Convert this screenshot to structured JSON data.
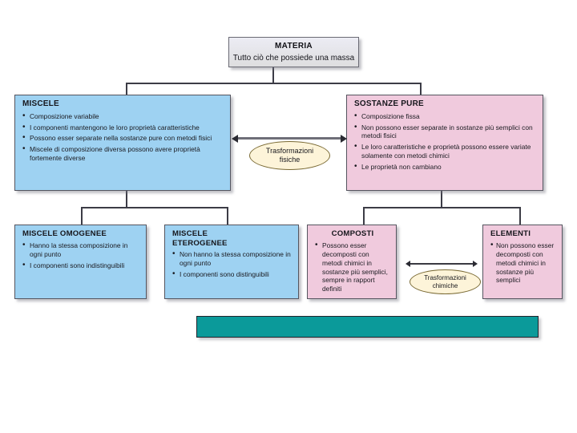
{
  "diagram": {
    "root": {
      "title": "MATERIA",
      "subtitle": "Tutto ciò che possiede una massa"
    },
    "level2": {
      "miscele": {
        "title": "MISCELE",
        "items": [
          "Composizione variabile",
          "I componenti mantengono le loro proprietà caratteristiche",
          "Possono esser separate nella sostanze pure con metodi fisici",
          "Miscele di composizione diversa possono avere proprietà fortemente diverse"
        ]
      },
      "sostanze_pure": {
        "title": "SOSTANZE PURE",
        "items": [
          "Composizione fissa",
          "Non possono esser separate in sostanze più semplici con metodi fisici",
          "Le loro caratteristiche e proprietà possono essere variate solamente con metodi chimici",
          "Le proprietà non cambiano"
        ]
      }
    },
    "level3": {
      "miscele_omogenee": {
        "title": "MISCELE OMOGENEE",
        "items": [
          "Hanno la stessa composizione in ogni punto",
          "I componenti sono indistinguibili"
        ]
      },
      "miscele_eterogenee": {
        "title_line1": "MISCELE",
        "title_line2": "ETEROGENEE",
        "items": [
          "Non hanno la stessa composizione in ogni punto",
          "I componenti sono distinguibili"
        ]
      },
      "composti": {
        "title": "COMPOSTI",
        "items": [
          "Possono esser decomposti con metodi chimici in sostanze più semplici, sempre in rapport definiti"
        ]
      },
      "elementi": {
        "title": "ELEMENTI",
        "items": [
          "Non possono esser decomposti con metodi chimici in sostanze più semplici"
        ]
      }
    },
    "ellipses": {
      "fisiche": {
        "line1": "Trasformazioni",
        "line2": "fisiche"
      },
      "chimiche": {
        "line1": "Trasformazioni",
        "line2": "chimiche"
      }
    },
    "footer_bar": {
      "label": "",
      "color": "#0b9a9a"
    },
    "colors": {
      "miscele_fill": "#9ed2f2",
      "sostanze_fill": "#f0cadd",
      "root_fill": "#e6e6ef",
      "ellipse_fill": "#fdf4d9",
      "bar_fill": "#0b9a9a",
      "line": "#3c3c46"
    }
  }
}
